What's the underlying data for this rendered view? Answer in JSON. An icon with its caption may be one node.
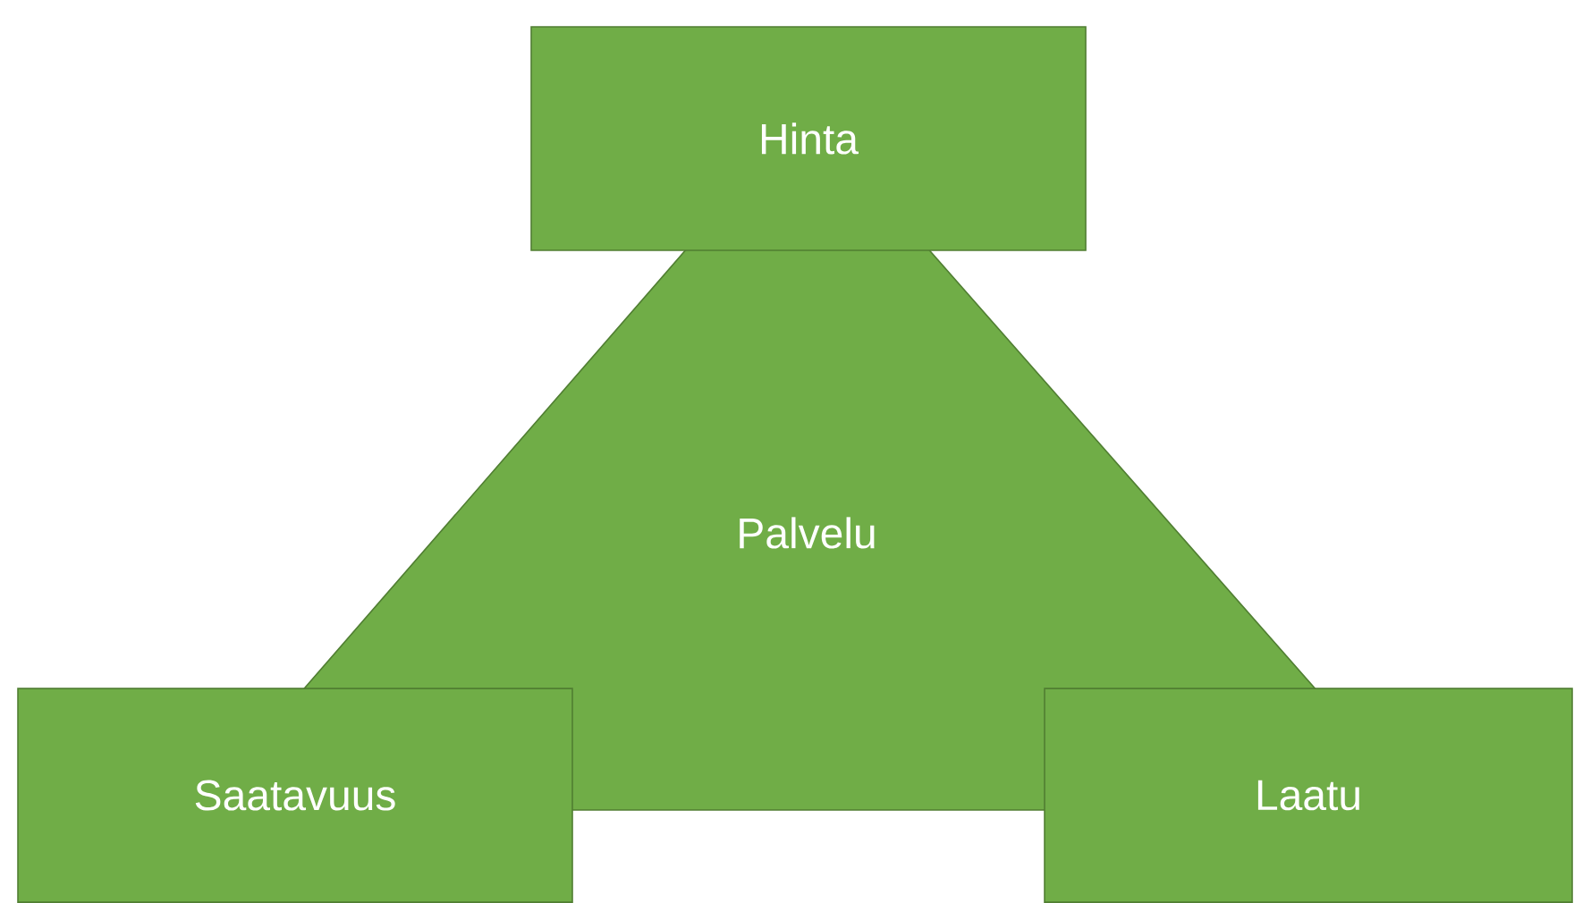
{
  "diagram": {
    "nodes": [
      {
        "text": [
          "Hinta"
        ]
      },
      {
        "text": [
          "Palvelu"
        ]
      },
      {
        "text": [
          "Saatavuus"
        ]
      },
      {
        "text": [
          "Laatu"
        ]
      }
    ]
  }
}
